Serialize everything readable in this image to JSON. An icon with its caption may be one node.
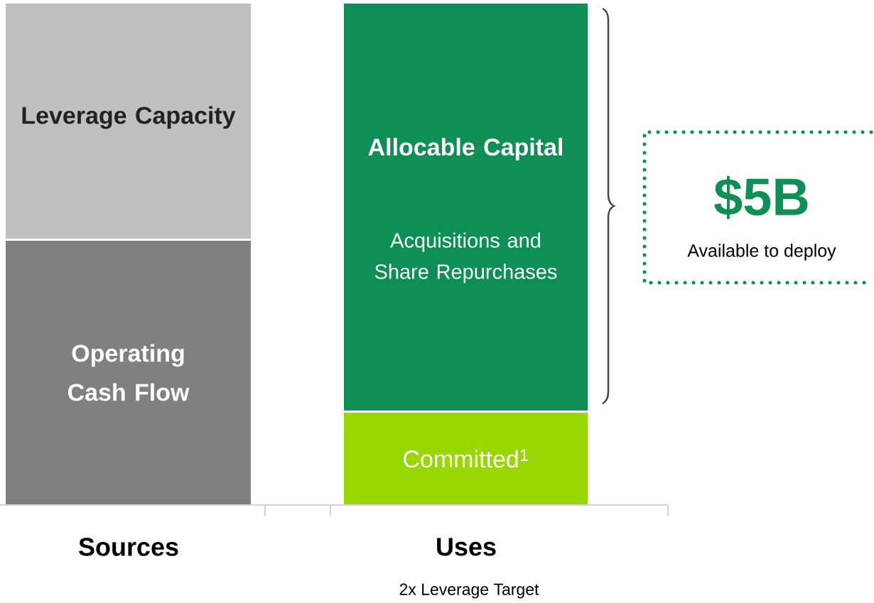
{
  "diagram": {
    "nodes": [
      {
        "text": [
          "Leverage Capacity"
        ]
      },
      {
        "text": [
          "Operating Cash Flow"
        ]
      },
      {
        "text": [
          "Allocable Capital",
          "Acquisitions and Share Repurchases"
        ]
      },
      {
        "text": [
          "Committed$^{1}$"
        ]
      },
      {
        "text": [
          "$5B",
          "Available to deploy"
        ]
      }
    ],
    "edges": [],
    "labels": [
      "Sources",
      "Uses",
      "2x Leverage Target"
    ]
  }
}
